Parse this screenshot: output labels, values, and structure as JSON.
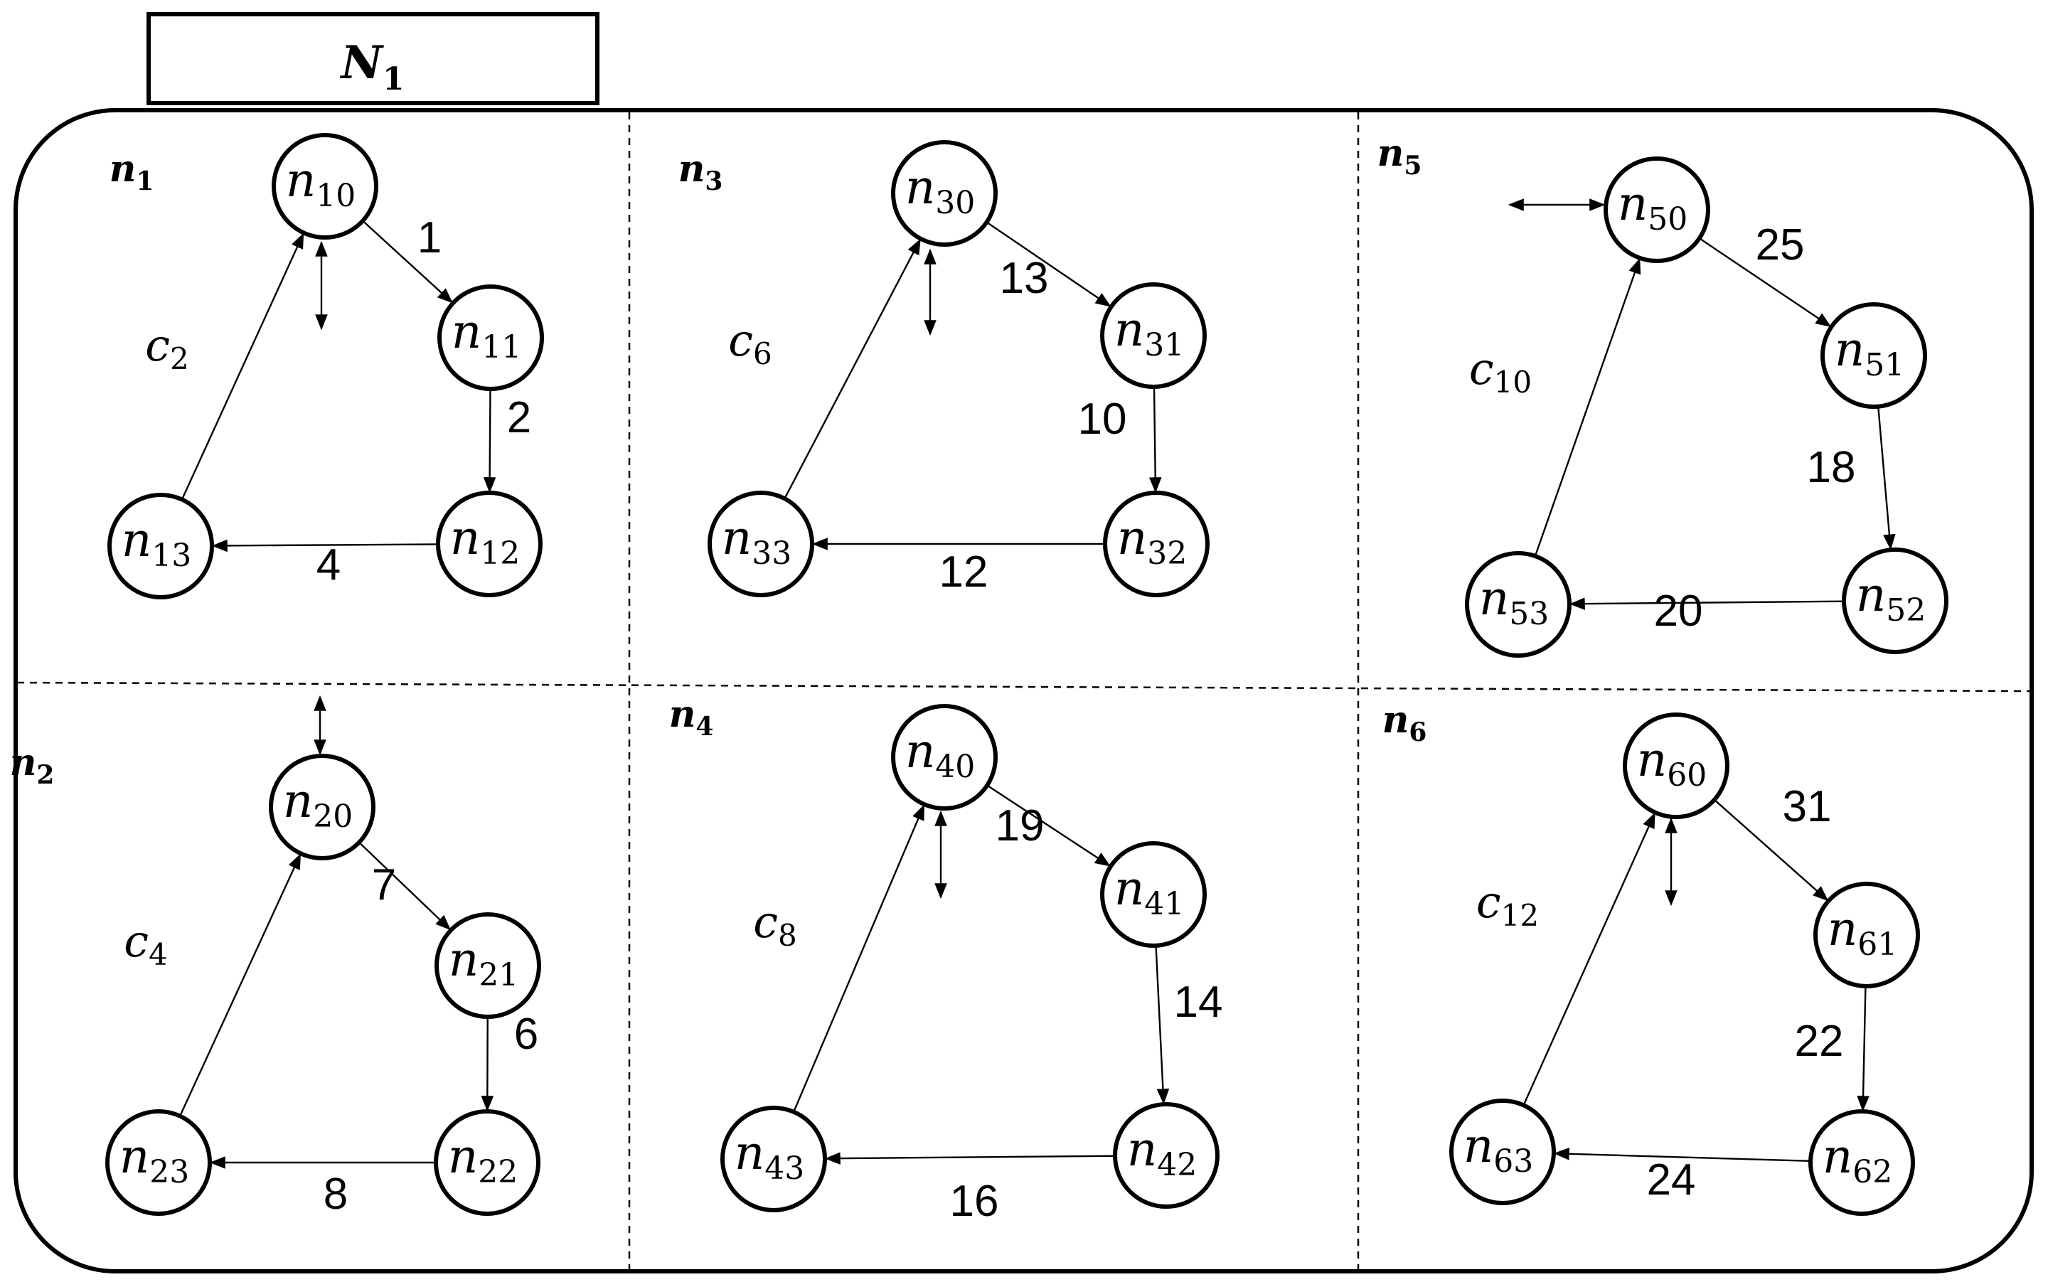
{
  "title": {
    "main": "N",
    "sub": "1"
  },
  "panels": [
    {
      "label": {
        "main": "n",
        "sub": "1"
      },
      "nodes": [
        {
          "main": "n",
          "sub": "10"
        },
        {
          "main": "n",
          "sub": "11"
        },
        {
          "main": "n",
          "sub": "12"
        },
        {
          "main": "n",
          "sub": "13"
        }
      ],
      "weights": [
        "1",
        "2",
        "4"
      ],
      "cycle_label": {
        "main": "c",
        "sub": "2"
      }
    },
    {
      "label": {
        "main": "n",
        "sub": "3"
      },
      "nodes": [
        {
          "main": "n",
          "sub": "30"
        },
        {
          "main": "n",
          "sub": "31"
        },
        {
          "main": "n",
          "sub": "32"
        },
        {
          "main": "n",
          "sub": "33"
        }
      ],
      "weights": [
        "13",
        "10",
        "12"
      ],
      "cycle_label": {
        "main": "c",
        "sub": "6"
      }
    },
    {
      "label": {
        "main": "n",
        "sub": "5"
      },
      "nodes": [
        {
          "main": "n",
          "sub": "50"
        },
        {
          "main": "n",
          "sub": "51"
        },
        {
          "main": "n",
          "sub": "52"
        },
        {
          "main": "n",
          "sub": "53"
        }
      ],
      "weights": [
        "25",
        "18",
        "20"
      ],
      "cycle_label": {
        "main": "c",
        "sub": "10"
      }
    },
    {
      "label": {
        "main": "n",
        "sub": "2"
      },
      "nodes": [
        {
          "main": "n",
          "sub": "20"
        },
        {
          "main": "n",
          "sub": "21"
        },
        {
          "main": "n",
          "sub": "22"
        },
        {
          "main": "n",
          "sub": "23"
        }
      ],
      "weights": [
        "7",
        "6",
        "8"
      ],
      "cycle_label": {
        "main": "c",
        "sub": "4"
      }
    },
    {
      "label": {
        "main": "n",
        "sub": "4"
      },
      "nodes": [
        {
          "main": "n",
          "sub": "40"
        },
        {
          "main": "n",
          "sub": "41"
        },
        {
          "main": "n",
          "sub": "42"
        },
        {
          "main": "n",
          "sub": "43"
        }
      ],
      "weights": [
        "19",
        "14",
        "16"
      ],
      "cycle_label": {
        "main": "c",
        "sub": "8"
      }
    },
    {
      "label": {
        "main": "n",
        "sub": "6"
      },
      "nodes": [
        {
          "main": "n",
          "sub": "60"
        },
        {
          "main": "n",
          "sub": "61"
        },
        {
          "main": "n",
          "sub": "62"
        },
        {
          "main": "n",
          "sub": "63"
        }
      ],
      "weights": [
        "31",
        "22",
        "24"
      ],
      "cycle_label": {
        "main": "c",
        "sub": "12"
      }
    }
  ]
}
